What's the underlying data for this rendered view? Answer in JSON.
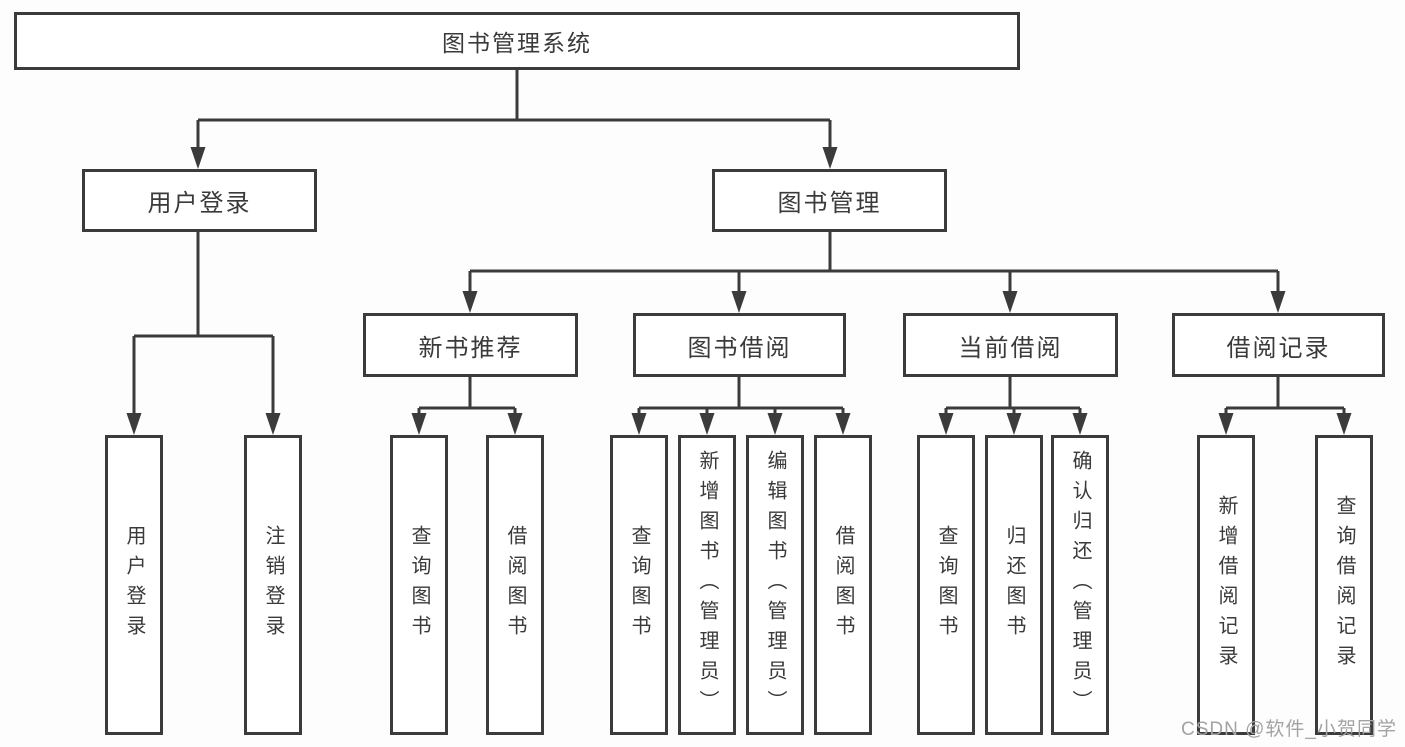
{
  "tree": {
    "label": "图书管理系统",
    "children": [
      {
        "label": "用户登录",
        "children": [
          {
            "label": "用户登录"
          },
          {
            "label": "注销登录"
          }
        ]
      },
      {
        "label": "图书管理",
        "children": [
          {
            "label": "新书推荐",
            "children": [
              {
                "label": "查询图书"
              },
              {
                "label": "借阅图书"
              }
            ]
          },
          {
            "label": "图书借阅",
            "children": [
              {
                "label": "查询图书"
              },
              {
                "label": "新增图书（管理员）"
              },
              {
                "label": "编辑图书（管理员）"
              },
              {
                "label": "借阅图书"
              }
            ]
          },
          {
            "label": "当前借阅",
            "children": [
              {
                "label": "查询图书"
              },
              {
                "label": "归还图书"
              },
              {
                "label": "确认归还（管理员）"
              }
            ]
          },
          {
            "label": "借阅记录",
            "children": [
              {
                "label": "新增借阅记录"
              },
              {
                "label": "查询借阅记录"
              }
            ]
          }
        ]
      }
    ]
  },
  "watermark": {
    "text": "CSDN @软件_小贺同学"
  },
  "colors": {
    "line": "#3b3b3b",
    "box_border": "#3b3b3b",
    "text": "#3a3a3a",
    "watermark": "#a3a3a3",
    "background": "#fdfdfd"
  }
}
